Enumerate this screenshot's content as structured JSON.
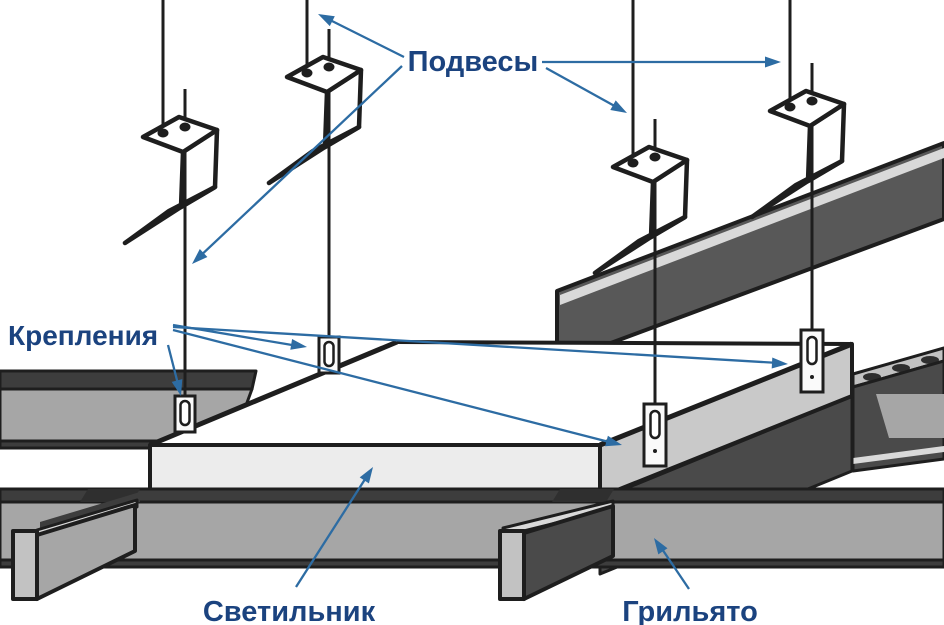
{
  "labels": {
    "hangers": "Подвесы",
    "fasteners": "Крепления",
    "light_fixture": "Светильник",
    "grilyato": "Грильято"
  },
  "counts": {
    "hangers": 4,
    "fasteners": 4,
    "suspension_wires": 4
  },
  "colors": {
    "bg": "#ffffff",
    "label": "#1b437f",
    "arrow": "#2d6ca3",
    "outline": "#1e1e1e",
    "rail": "#a6a6a6",
    "rail-dark": "#3d3d3d",
    "cross-dark": "#4a4a4a",
    "panel-front": "#ececec",
    "panel-side": "#c9c9c9"
  }
}
